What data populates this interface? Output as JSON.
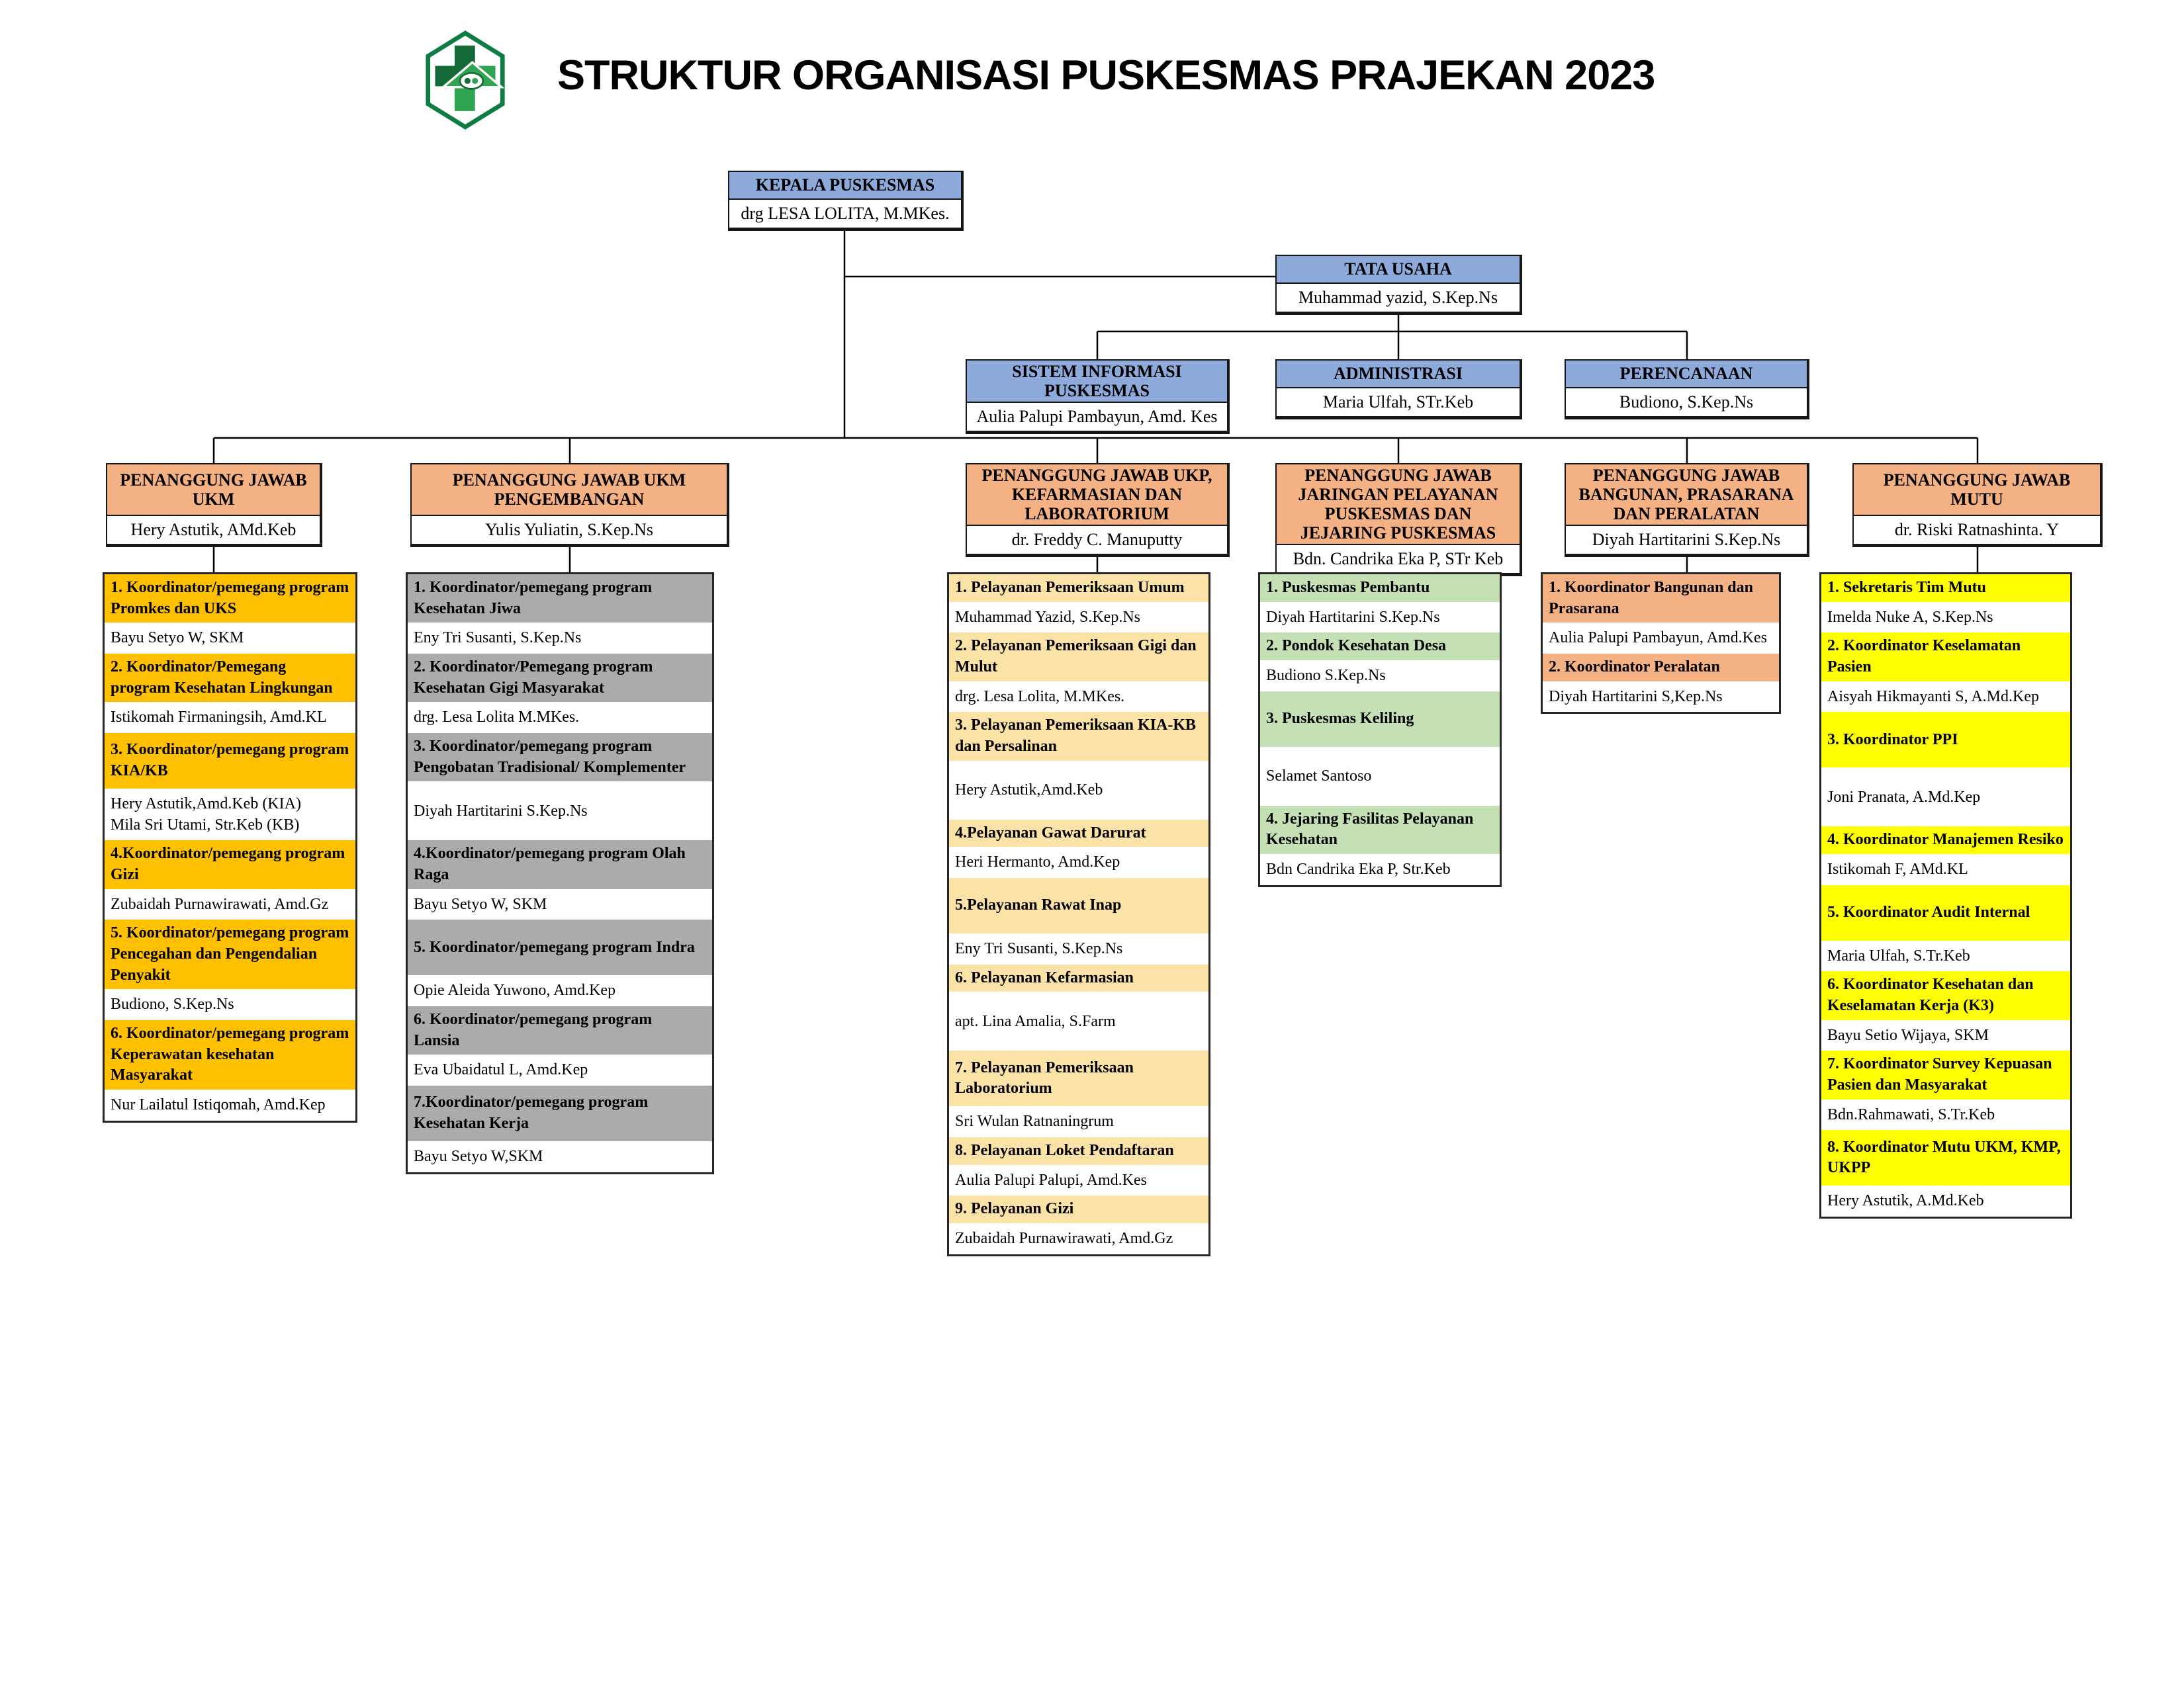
{
  "page": {
    "title": "STRUKTUR ORGANISASI PUSKESMAS PRAJEKAN 2023"
  },
  "palette": {
    "node_header_blue": "#8EAADB",
    "column_header_salmon": "#F4B183",
    "border": "#161616",
    "line": "#000000",
    "logo_outline": "#0E7C43",
    "logo_dark_green": "#156B38",
    "logo_light_green": "#2FA551"
  },
  "kepala": {
    "title": "KEPALA PUSKESMAS",
    "name": "drg LESA LOLITA, M.MKes."
  },
  "tata_usaha": {
    "title": "TATA USAHA",
    "name": "Muhammad yazid, S.Kep.Ns"
  },
  "tu_units": [
    {
      "title": "SISTEM INFORMASI PUSKESMAS",
      "name": "Aulia Palupi Pambayun, Amd. Kes"
    },
    {
      "title": "ADMINISTRASI",
      "name": "Maria Ulfah, STr.Keb"
    },
    {
      "title": "PERENCANAAN",
      "name": "Budiono, S.Kep.Ns"
    }
  ],
  "columns": [
    {
      "title": "PENANGGUNG JAWAB UKM",
      "name": "Hery Astutik, AMd.Keb",
      "accent": "#FFC000",
      "items": [
        {
          "label": "1. Koordinator/pemegang program Promkes dan UKS",
          "name": "Bayu Setyo W, SKM"
        },
        {
          "label": "2. Koordinator/Pemegang program Kesehatan Lingkungan",
          "name": "Istikomah Firmaningsih, Amd.KL"
        },
        {
          "label": "3. Koordinator/pemegang program KIA/KB",
          "name": "Hery Astutik,Amd.Keb (KIA)\nMila Sri Utami, Str.Keb (KB)",
          "tall_label": true
        },
        {
          "label": "4.Koordinator/pemegang program Gizi",
          "name": "Zubaidah Purnawirawati, Amd.Gz"
        },
        {
          "label": "5. Koordinator/pemegang program Pencegahan dan Pengendalian Penyakit",
          "name": "Budiono, S.Kep.Ns"
        },
        {
          "label": "6. Koordinator/pemegang program Keperawatan kesehatan Masyarakat",
          "name": "Nur Lailatul Istiqomah, Amd.Kep"
        }
      ]
    },
    {
      "title": "PENANGGUNG JAWAB UKM PENGEMBANGAN",
      "name": "Yulis Yuliatin, S.Kep.Ns",
      "accent": "#ABABAB",
      "items": [
        {
          "label": "1. Koordinator/pemegang program  Kesehatan Jiwa",
          "name": "Eny Tri Susanti, S.Kep.Ns"
        },
        {
          "label": "2. Koordinator/Pemegang program Kesehatan Gigi Masyarakat",
          "name": "drg. Lesa Lolita M.MKes."
        },
        {
          "label": "3. Koordinator/pemegang program Pengobatan Tradisional/ Komplementer",
          "name": "Diyah Hartitarini S.Kep.Ns",
          "tall_name": true
        },
        {
          "label": "4.Koordinator/pemegang program Olah Raga",
          "name": "Bayu Setyo W, SKM"
        },
        {
          "label": "5. Koordinator/pemegang program Indra",
          "name": "Opie Aleida Yuwono, Amd.Kep",
          "tall_label": true
        },
        {
          "label": "6. Koordinator/pemegang program\nLansia",
          "name": "Eva Ubaidatul L, Amd.Kep"
        },
        {
          "label": "7.Koordinator/pemegang program Kesehatan Kerja",
          "name": "Bayu Setyo W,SKM",
          "tall_label": true
        }
      ]
    },
    {
      "title": "PENANGGUNG JAWAB UKP, KEFARMASIAN DAN LABORATORIUM",
      "name": "dr. Freddy C. Manuputty",
      "accent": "#FBE2A6",
      "items": [
        {
          "label": "1. Pelayanan Pemeriksaan Umum",
          "name": "Muhammad Yazid, S.Kep.Ns"
        },
        {
          "label": "2. Pelayanan Pemeriksaan Gigi dan Mulut",
          "name": "drg. Lesa Lolita, M.MKes."
        },
        {
          "label": "3. Pelayanan Pemeriksaan KIA-KB dan Persalinan",
          "name": "Hery Astutik,Amd.Keb",
          "tall_name": true
        },
        {
          "label": "4.Pelayanan Gawat Darurat",
          "name": "Heri Hermanto, Amd.Kep"
        },
        {
          "label": "5.Pelayanan Rawat Inap",
          "name": "Eny Tri Susanti, S.Kep.Ns",
          "tall_label": true
        },
        {
          "label": "6. Pelayanan Kefarmasian",
          "name": "apt. Lina Amalia, S.Farm",
          "tall_name": true
        },
        {
          "label": "7. Pelayanan Pemeriksaan Laboratorium",
          "name": "Sri Wulan Ratnaningrum",
          "tall_label": true
        },
        {
          "label": "8. Pelayanan Loket Pendaftaran",
          "name": "Aulia Palupi Palupi, Amd.Kes"
        },
        {
          "label": "9. Pelayanan Gizi",
          "name": "Zubaidah Purnawirawati, Amd.Gz"
        }
      ]
    },
    {
      "title": "PENANGGUNG JAWAB JARINGAN PELAYANAN PUSKESMAS DAN JEJARING PUSKESMAS",
      "name": "Bdn. Candrika Eka P, STr Keb",
      "accent": "#C5E0B4",
      "items": [
        {
          "label": "1. Puskesmas Pembantu",
          "name": "Diyah Hartitarini S.Kep.Ns"
        },
        {
          "label": "2. Pondok Kesehatan Desa",
          "name": "Budiono S.Kep.Ns"
        },
        {
          "label": "3. Puskesmas Keliling",
          "name": "Selamet Santoso",
          "tall_label": true,
          "tall_name": true
        },
        {
          "label": "4. Jejaring Fasilitas   Pelayanan Kesehatan",
          "name": "Bdn Candrika Eka P, Str.Keb"
        }
      ]
    },
    {
      "title": "PENANGGUNG JAWAB BANGUNAN, PRASARANA DAN PERALATAN",
      "name": "Diyah Hartitarini S.Kep.Ns",
      "accent": "#F4B183",
      "items": [
        {
          "label": "1. Koordinator Bangunan dan Prasarana",
          "name": "Aulia Palupi Pambayun, Amd.Kes"
        },
        {
          "label": "2. Koordinator Peralatan",
          "name": "Diyah Hartitarini S,Kep.Ns"
        }
      ]
    },
    {
      "title": "PENANGGUNG JAWAB MUTU",
      "name": "dr. Riski Ratnashinta. Y",
      "accent": "#FFFF00",
      "items": [
        {
          "label": "1. Sekretaris Tim Mutu",
          "name": "Imelda Nuke A, S.Kep.Ns"
        },
        {
          "label": "2. Koordinator Keselamatan Pasien",
          "name": "Aisyah Hikmayanti S, A.Md.Kep"
        },
        {
          "label": "3. Koordinator PPI",
          "name": "Joni Pranata, A.Md.Kep",
          "tall_label": true,
          "tall_name": true
        },
        {
          "label": "4. Koordinator Manajemen Resiko",
          "name": "Istikomah F, AMd.KL"
        },
        {
          "label": "5. Koordinator Audit Internal",
          "name": "Maria Ulfah, S.Tr.Keb",
          "tall_label": true
        },
        {
          "label": "6. Koordinator Kesehatan dan Keselamatan Kerja (K3)",
          "name": "Bayu Setio Wijaya, SKM"
        },
        {
          "label": "7. Koordinator Survey Kepuasan Pasien dan Masyarakat",
          "name": "Bdn.Rahmawati, S.Tr.Keb"
        },
        {
          "label": "8. Koordinator Mutu UKM, KMP, UKPP",
          "name": "Hery Astutik, A.Md.Keb",
          "tall_label": true
        }
      ]
    }
  ]
}
